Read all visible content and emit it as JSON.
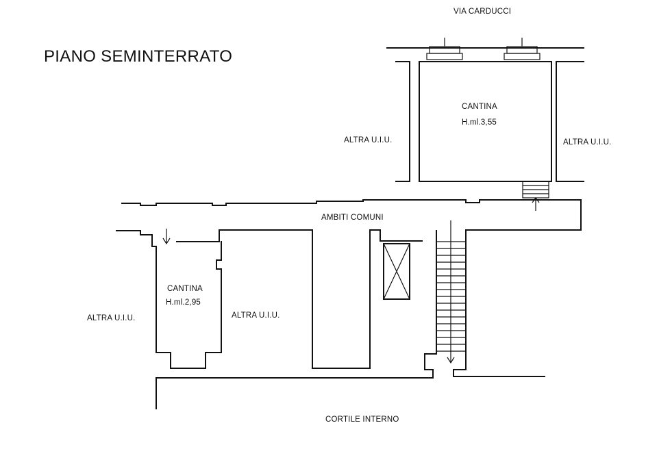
{
  "title": "PIANO SEMINTERRATO",
  "street": "VIA CARDUCCI",
  "courtyard": "CORTILE INTERNO",
  "common_areas": "AMBITI COMUNI",
  "cantina_upper": {
    "name": "CANTINA",
    "height": "H.ml.3,55"
  },
  "cantina_lower": {
    "name": "CANTINA",
    "height": "H.ml.2,95"
  },
  "other_unit": "ALTRA U.I.U."
}
